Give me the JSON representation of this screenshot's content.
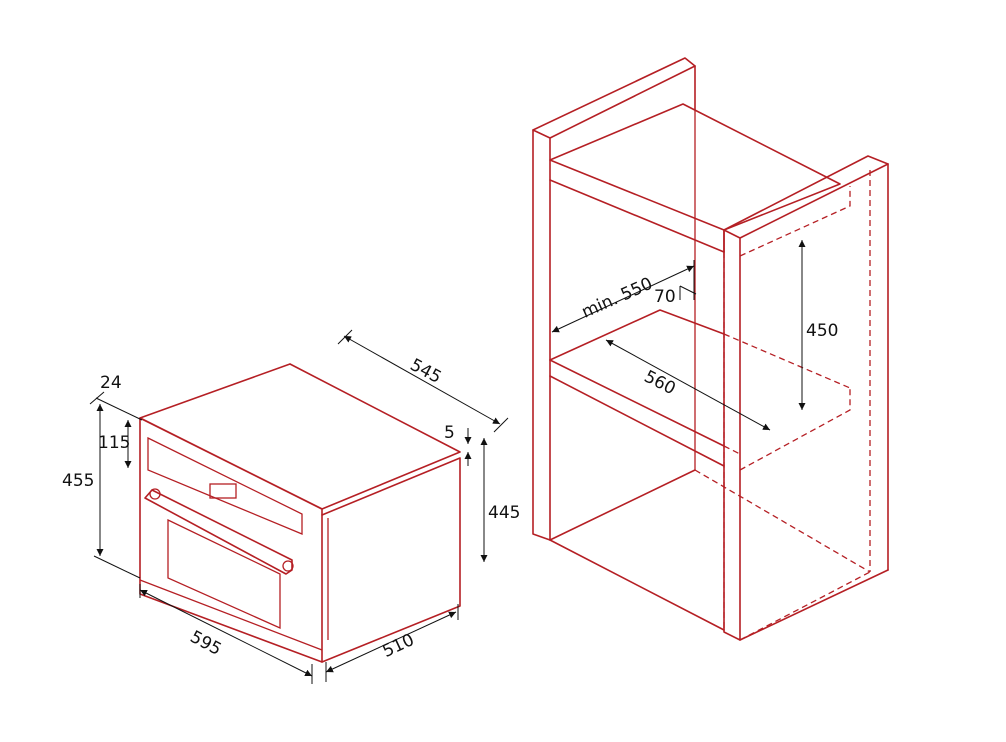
{
  "dimensions": {
    "oven_depth": "545",
    "oven_top_gap": "24",
    "oven_panel_height": "115",
    "oven_total_height": "455",
    "oven_gap": "5",
    "oven_body_height": "445",
    "oven_width": "595",
    "oven_body_depth": "510",
    "niche_depth_min": "min. 550",
    "niche_vent": "70",
    "niche_height": "450",
    "niche_width": "560"
  },
  "colors": {
    "outline": "#b51f24",
    "dimension_lines": "#111111"
  }
}
